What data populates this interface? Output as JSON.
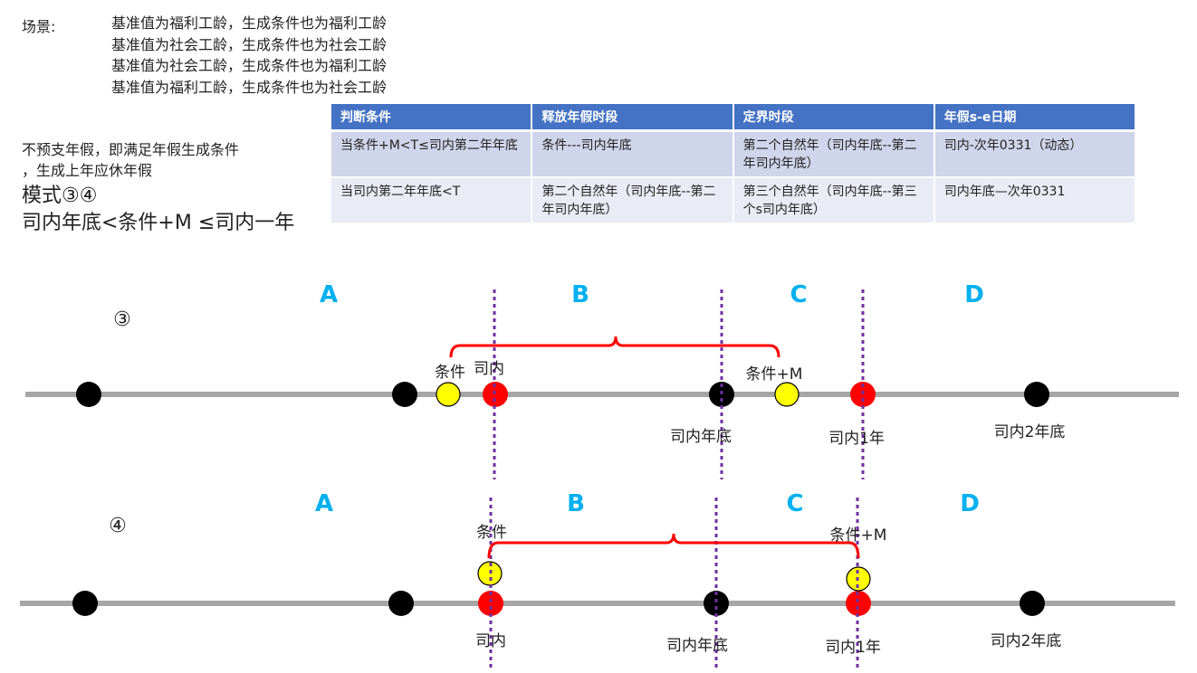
{
  "scene": {
    "label": "场景:",
    "lines": [
      "基准值为福利工龄，生成条件也为福利工龄",
      "基准值为社会工龄，生成条件也为社会工龄",
      "基准值为社会工龄，生成条件也为福利工龄",
      "基准值为福利工龄，生成条件也为社会工龄"
    ]
  },
  "note": [
    "不预支年假，即满足年假生成条件",
    "，生成上年应休年假"
  ],
  "mode": {
    "title": "模式③④",
    "condition": "司内年底<条件+M ≤司内一年"
  },
  "table": {
    "headers": [
      "判断条件",
      "释放年假时段",
      "定界时段",
      "年假s-e日期"
    ],
    "rows": [
      [
        "当条件+M<T≤司内第二年年底",
        "条件---司内年底",
        "第二个自然年（司内年底--第二年司内年底）",
        "司内-次年0331（动态）"
      ],
      [
        "当司内第二年年底<T",
        "第二个自然年（司内年底--第二年司内年底）",
        "第三个自然年（司内年底--第三个s司内年底）",
        "司内年底—次年0331"
      ]
    ]
  },
  "colors": {
    "segment": "#00b0f0",
    "brace": "#ff0000",
    "dash": "#7030a0",
    "axis": "#a6a6a6",
    "yellow": "#ffff00",
    "red": "#ff0000"
  },
  "diagrams": [
    {
      "marker": "③",
      "segments": [
        "A",
        "B",
        "C",
        "D"
      ],
      "labels": {
        "cond": "条件",
        "join": "司内",
        "condM": "条件+M",
        "yearEnd": "司内年底",
        "oneYear": "司内1年",
        "twoYear": "司内2年底"
      }
    },
    {
      "marker": "④",
      "segments": [
        "A",
        "B",
        "C",
        "D"
      ],
      "labels": {
        "cond": "条件",
        "join": "司内",
        "condM": "条件+M",
        "yearEnd": "司内年底",
        "oneYear": "司内1年",
        "twoYear": "司内2年底"
      }
    }
  ]
}
